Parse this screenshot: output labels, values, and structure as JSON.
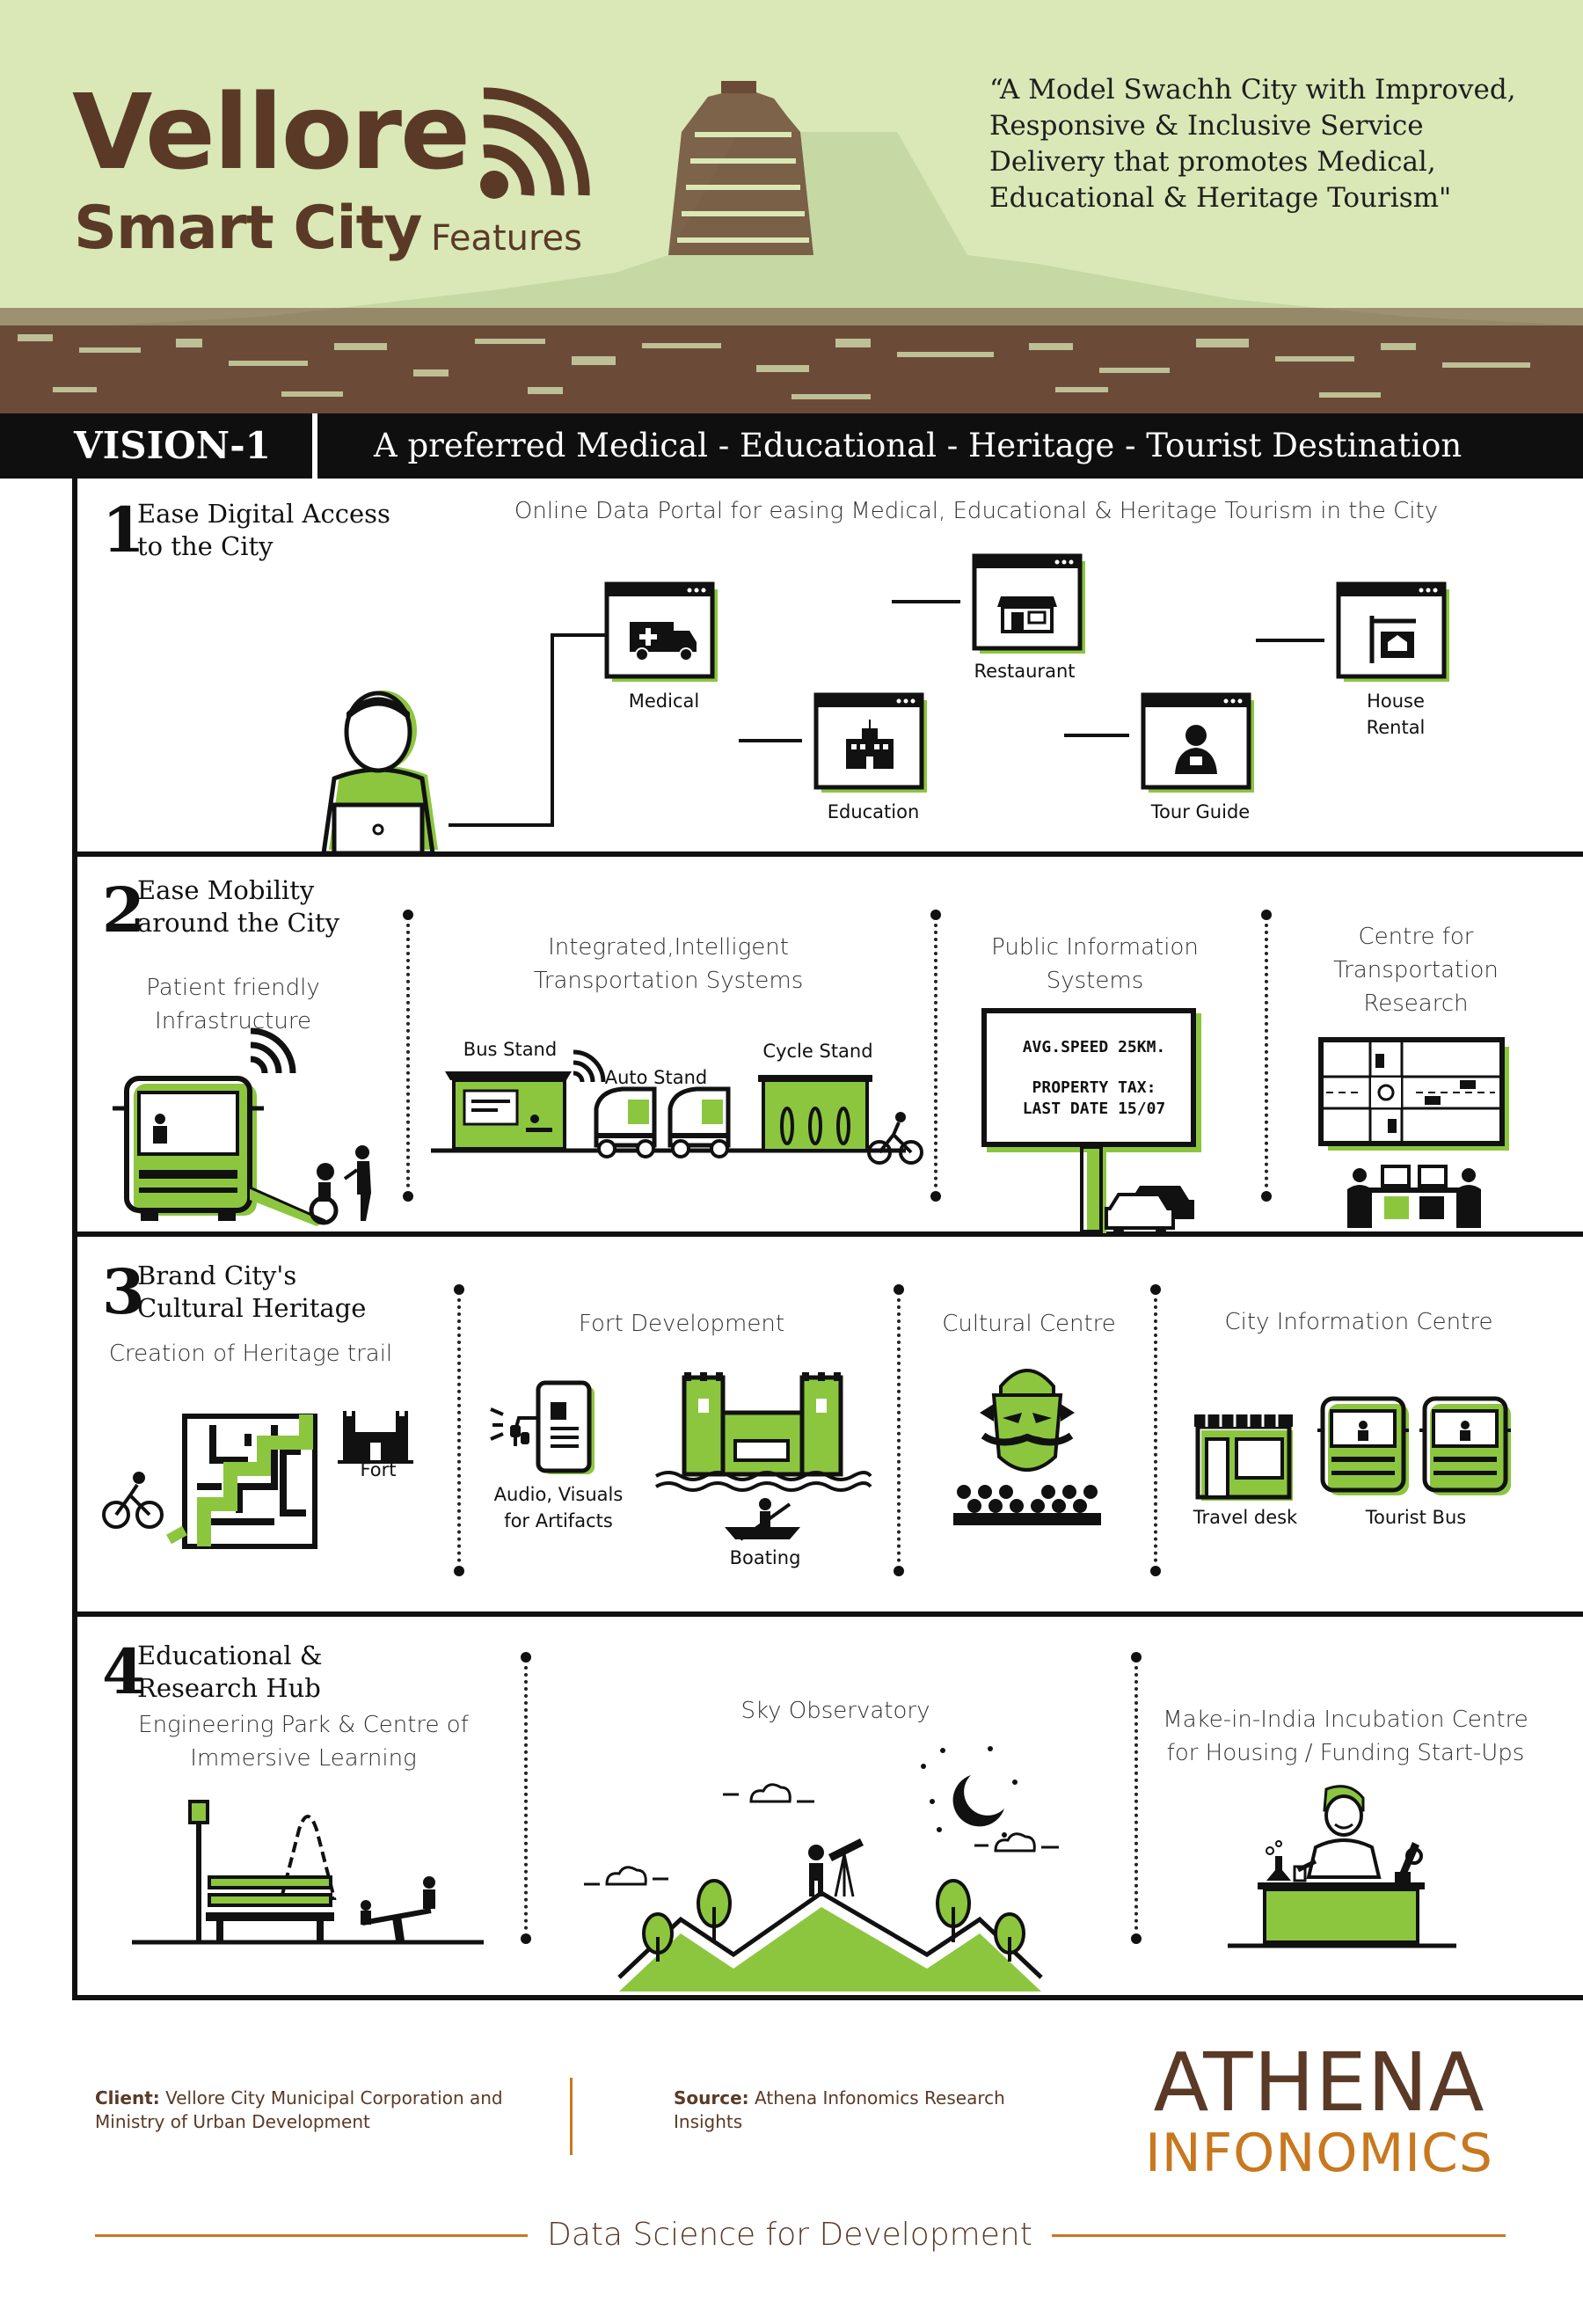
{
  "header": {
    "title_line1": "Vellore",
    "title_line2": "Smart City",
    "title_suffix": "Features",
    "quote": "“A Model Swachh City with Improved, Responsive & Inclusive Service Delivery that promotes Medical, Educational & Heritage Tourism\""
  },
  "vision": {
    "label": "VISION-1",
    "text": "A preferred Medical - Educational - Heritage - Tourist Destination"
  },
  "section1": {
    "number": "1",
    "title_line1": "Ease Digital Access",
    "title_line2": "to the City",
    "caption": "Online Data Portal for easing Medical, Educational & Heritage Tourism in the City",
    "items": {
      "medical": "Medical",
      "education": "Education",
      "restaurant": "Restaurant",
      "tour_guide": "Tour Guide",
      "house_rental": "House Rental"
    }
  },
  "section2": {
    "number": "2",
    "title_line1": "Ease Mobility",
    "title_line2": "around the City",
    "patient_caption": "Patient friendly Infrastructure",
    "its_caption": "Integrated,Intelligent Transportation Systems",
    "bus_stand": "Bus Stand",
    "auto_stand": "Auto Stand",
    "cycle_stand": "Cycle Stand",
    "pis_caption": "Public Information Systems",
    "board_line1": "AVG.SPEED 25KM.",
    "board_line2": "PROPERTY TAX:",
    "board_line3": "LAST DATE 15/07",
    "ctr_caption": "Centre for Transportation Research"
  },
  "section3": {
    "number": "3",
    "title_line1": "Brand City's",
    "title_line2": "Cultural Heritage",
    "heritage_caption": "Creation of Heritage trail",
    "fort_label": "Fort",
    "fort_dev_caption": "Fort Development",
    "audio_label": "Audio, Visuals for Artifacts",
    "boating_label": "Boating",
    "cultural_caption": "Cultural Centre",
    "cic_caption": "City Information Centre",
    "travel_desk": "Travel desk",
    "tourist_bus": "Tourist Bus"
  },
  "section4": {
    "number": "4",
    "title_line1": "Educational &",
    "title_line2": "Research Hub",
    "eng_caption": "Engineering Park & Centre of Immersive Learning",
    "sky_caption": "Sky Observatory",
    "mii_caption": "Make-in-India Incubation Centre for Housing / Funding Start-Ups"
  },
  "footer": {
    "client_label": "Client:",
    "client_text": "Vellore City Municipal Corporation and Ministry of Urban Development",
    "source_label": "Source:",
    "source_text": "Athena Infonomics Research Insights",
    "brand_line1": "ATHENA",
    "brand_line2": "INFONOMICS",
    "tagline": "Data Science for Development"
  },
  "colors": {
    "accent_green": "#8cc63f",
    "header_bg": "#d9e8b6",
    "brown": "#5a3a26",
    "orange": "#c8781e"
  }
}
